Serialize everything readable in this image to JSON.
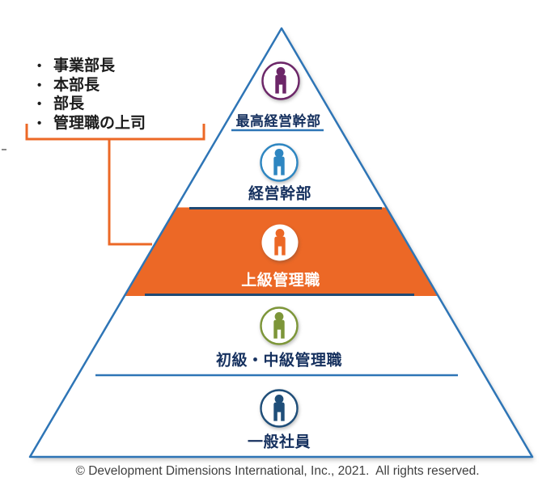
{
  "colors": {
    "background": "#FFFFFF",
    "pyramid_outline": "#2E75B6",
    "band_fill": "#EC6826",
    "band_border": "#1F4973",
    "divider_line": "#2E75B6",
    "bracket": "#EC6826",
    "label_text": "#16315F",
    "highlight_label_text": "#FFFFFF",
    "callout_text": "#1C1C1C",
    "copyright_text": "#404040"
  },
  "callout": {
    "marker": "•",
    "items": [
      "事業部長",
      "本部長",
      "部長",
      "管理職の上司"
    ]
  },
  "pyramid": {
    "levels": [
      {
        "label": "最高経営幹部",
        "icon": "person-icon",
        "color": "#6C2668",
        "highlighted": false
      },
      {
        "label": "経営幹部",
        "icon": "person-icon",
        "color": "#2E86C1",
        "highlighted": false
      },
      {
        "label": "上級管理職",
        "icon": "person-icon",
        "color": "#EC6826",
        "highlighted": true
      },
      {
        "label": "初級・中級管理職",
        "icon": "person-icon",
        "color": "#7D9639",
        "highlighted": false
      },
      {
        "label": "一般社員",
        "icon": "person-icon",
        "color": "#1F4E79",
        "highlighted": false
      }
    ]
  },
  "footer": {
    "copyright": "© Development Dimensions International, Inc., 2021.  All rights reserved."
  }
}
